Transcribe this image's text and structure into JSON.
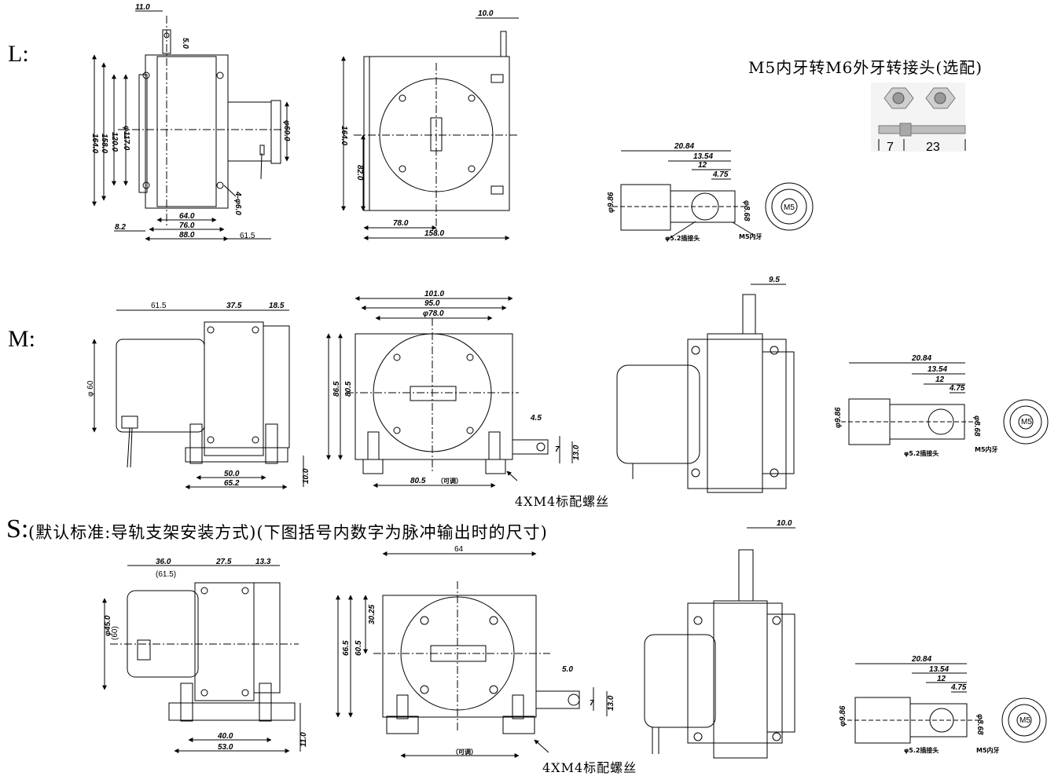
{
  "sections": {
    "L": "L:",
    "M": "M:",
    "S": "S:",
    "S_note": "(默认标准:导轨支架安装方式)(下图括号内数字为脉冲输出时的尺寸)"
  },
  "adapter": {
    "title": "M5内牙转M6外牙转接头(选配)",
    "dim1": "7",
    "dim2": "23"
  },
  "screw_note": "4XM4标配螺丝",
  "labels": {
    "thread_hole": "M5内牙",
    "joint": "φ5.2插接头",
    "adjustable_wide": "（可调）",
    "adjustable": "（可调）"
  },
  "dims": {
    "L": {
      "d_11": "11.0",
      "d_5": "5.0",
      "d_164": "164.0",
      "d_158": "158.0",
      "d_120": "120.0",
      "d_117": "φ117.0",
      "d_60": "φ60.0",
      "d_64": "64.0",
      "d_76": "76.0",
      "d_88": "88.0",
      "d_8_2": "8.2",
      "d_61_5": "61.5",
      "d_4_6": "4-φ6.0",
      "d_10": "10.0",
      "d_164b": "164.0",
      "d_82": "82.0",
      "d_78": "78.0",
      "d_158b": "158.0"
    },
    "M": {
      "d_61_5": "61.5",
      "d_37_5": "37.5",
      "d_18_5": "18.5",
      "d_60": "φ 60",
      "d_50": "50.0",
      "d_65_2": "65.2",
      "d_10": "10.0",
      "d_101": "101.0",
      "d_95": "95.0",
      "d_78": "φ78.0",
      "d_86_5": "86.5",
      "d_80_5": "80.5",
      "d_4_5": "4.5",
      "d_7": "7",
      "d_13": "13.0",
      "d_80_5b": "80.5",
      "d_9_5": "9.5"
    },
    "S": {
      "d_36": "36.0",
      "d_61_5p": "(61.5)",
      "d_27_5": "27.5",
      "d_13_3": "13.3",
      "d_45": "φ45.0",
      "d_60p": "(60)",
      "d_40": "40.0",
      "d_53": "53.0",
      "d_11": "11.0",
      "d_64": "64",
      "d_66_5": "66.5",
      "d_60_5": "60.5",
      "d_30_25": "30.25",
      "d_5": "5.0",
      "d_7": "7",
      "d_13": "13.0",
      "d_10": "10.0"
    },
    "joint": {
      "d_20_84": "20.84",
      "d_13_54": "13.54",
      "d_12": "12",
      "d_4_75": "4.75",
      "d_9_86": "φ9.86",
      "d_8_68": "φ8.68",
      "m5": "M5"
    }
  }
}
